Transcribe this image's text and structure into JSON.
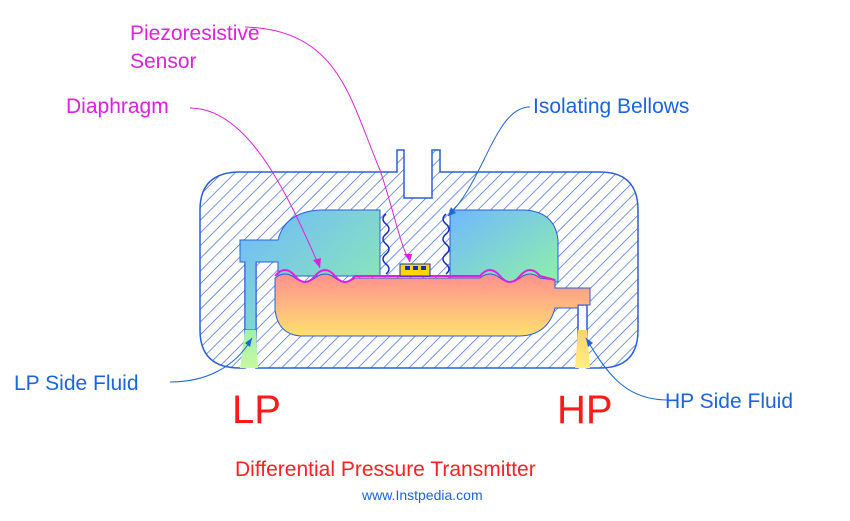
{
  "labels": {
    "piezo_sensor": "Piezoresistive\nSensor",
    "diaphragm": "Diaphragm",
    "isolating_bellows": "Isolating Bellows",
    "lp_side_fluid": "LP Side Fluid",
    "hp_side_fluid": "HP Side Fluid",
    "lp": "LP",
    "hp": "HP"
  },
  "title": "Differential Pressure Transmitter",
  "website": "www.Instpedia.com",
  "colors": {
    "label_magenta": "#e020e0",
    "label_blue": "#1a64e0",
    "label_red": "#ff1a1a",
    "body_stroke": "#2a5fd8",
    "hatch_stroke": "#2a5fd8",
    "bellows_stroke": "#1030c0",
    "leader_magenta": "#e020e0",
    "leader_blue": "#1a64e0",
    "lp_chamber_top": "#6fb8ff",
    "lp_chamber_bottom": "#8ff0a8",
    "hp_chamber_top": "#ffe070",
    "hp_chamber_bottom": "#ff8a8a",
    "sensor_chip": "#ffd700"
  }
}
